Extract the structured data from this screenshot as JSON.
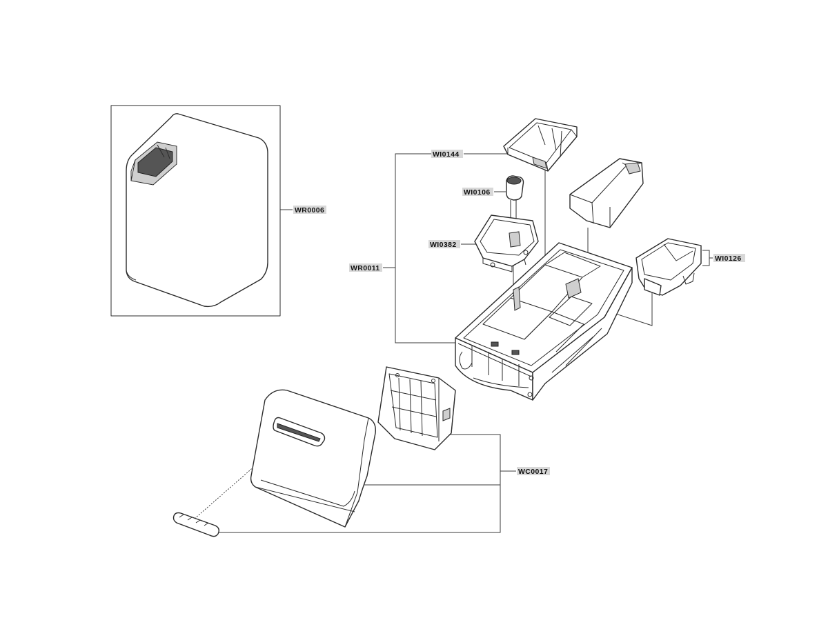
{
  "labels": {
    "wr0006": "WR0006",
    "wi0144": "WI0144",
    "wi0106": "WI0106",
    "wi0382": "WI0382",
    "wr0011": "WR0011",
    "wi0126": "WI0126",
    "wc0017": "WC0017"
  }
}
